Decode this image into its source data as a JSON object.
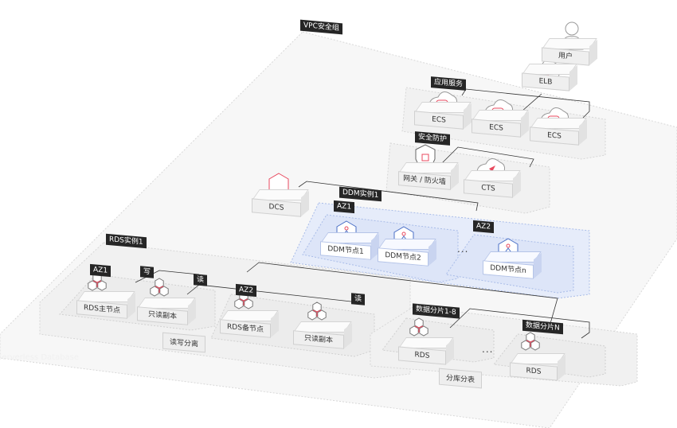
{
  "diagram": {
    "watermark": "Serverless Database",
    "groups": {
      "vpc": "VPC安全组",
      "app_service": "应用服务",
      "security": "安全防护",
      "ddm_instance": "DDM实例1",
      "ddm_az1": "AZ1",
      "ddm_az2": "AZ2",
      "rds_instance": "RDS实例1",
      "rds_az1": "AZ1",
      "rds_az2": "AZ2",
      "shard_1_8": "数据分片1-8",
      "shard_n": "数据分片N"
    },
    "edge_labels": {
      "write": "写",
      "read1": "读",
      "read2": "读"
    },
    "nodes": {
      "user": "用户",
      "elb": "ELB",
      "ecs1": "ECS",
      "ecs2": "ECS",
      "ecs3": "ECS",
      "firewall": "网关 / 防火墙",
      "cts": "CTS",
      "dcs": "DCS",
      "ddm1": "DDM节点1",
      "ddm2": "DDM节点2",
      "ddmn": "DDM节点n",
      "rds_master": "RDS主节点",
      "rds_readonly1": "只读副本",
      "rds_standby": "RDS备节点",
      "rds_readonly2": "只读副本",
      "rds_shard1": "RDS",
      "rds_shardn": "RDS"
    },
    "captions": {
      "rw_split": "读写分离",
      "sharding": "分库分表"
    },
    "ellipsis": "...",
    "colors": {
      "accent_red": "#e84a5f",
      "ddm_blue": "#4a6fc6",
      "label_bg": "#262626"
    }
  }
}
